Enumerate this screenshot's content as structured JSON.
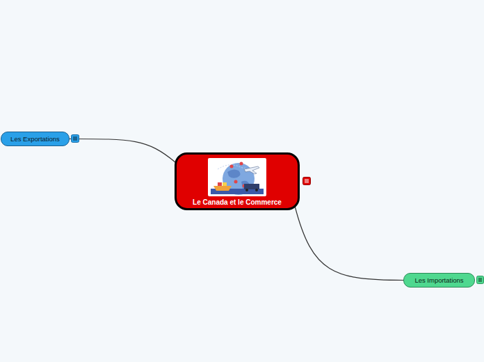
{
  "diagram": {
    "nodes": [
      {
        "text": [
          "Le Canada et le Commerce"
        ]
      },
      {
        "text": [
          "Les Exportations"
        ]
      },
      {
        "text": [
          "Les Importations"
        ]
      }
    ],
    "edges": [
      {
        "from": 0,
        "to": 1,
        "arrow": "none"
      },
      {
        "from": 0,
        "to": 2,
        "arrow": "none"
      }
    ]
  }
}
